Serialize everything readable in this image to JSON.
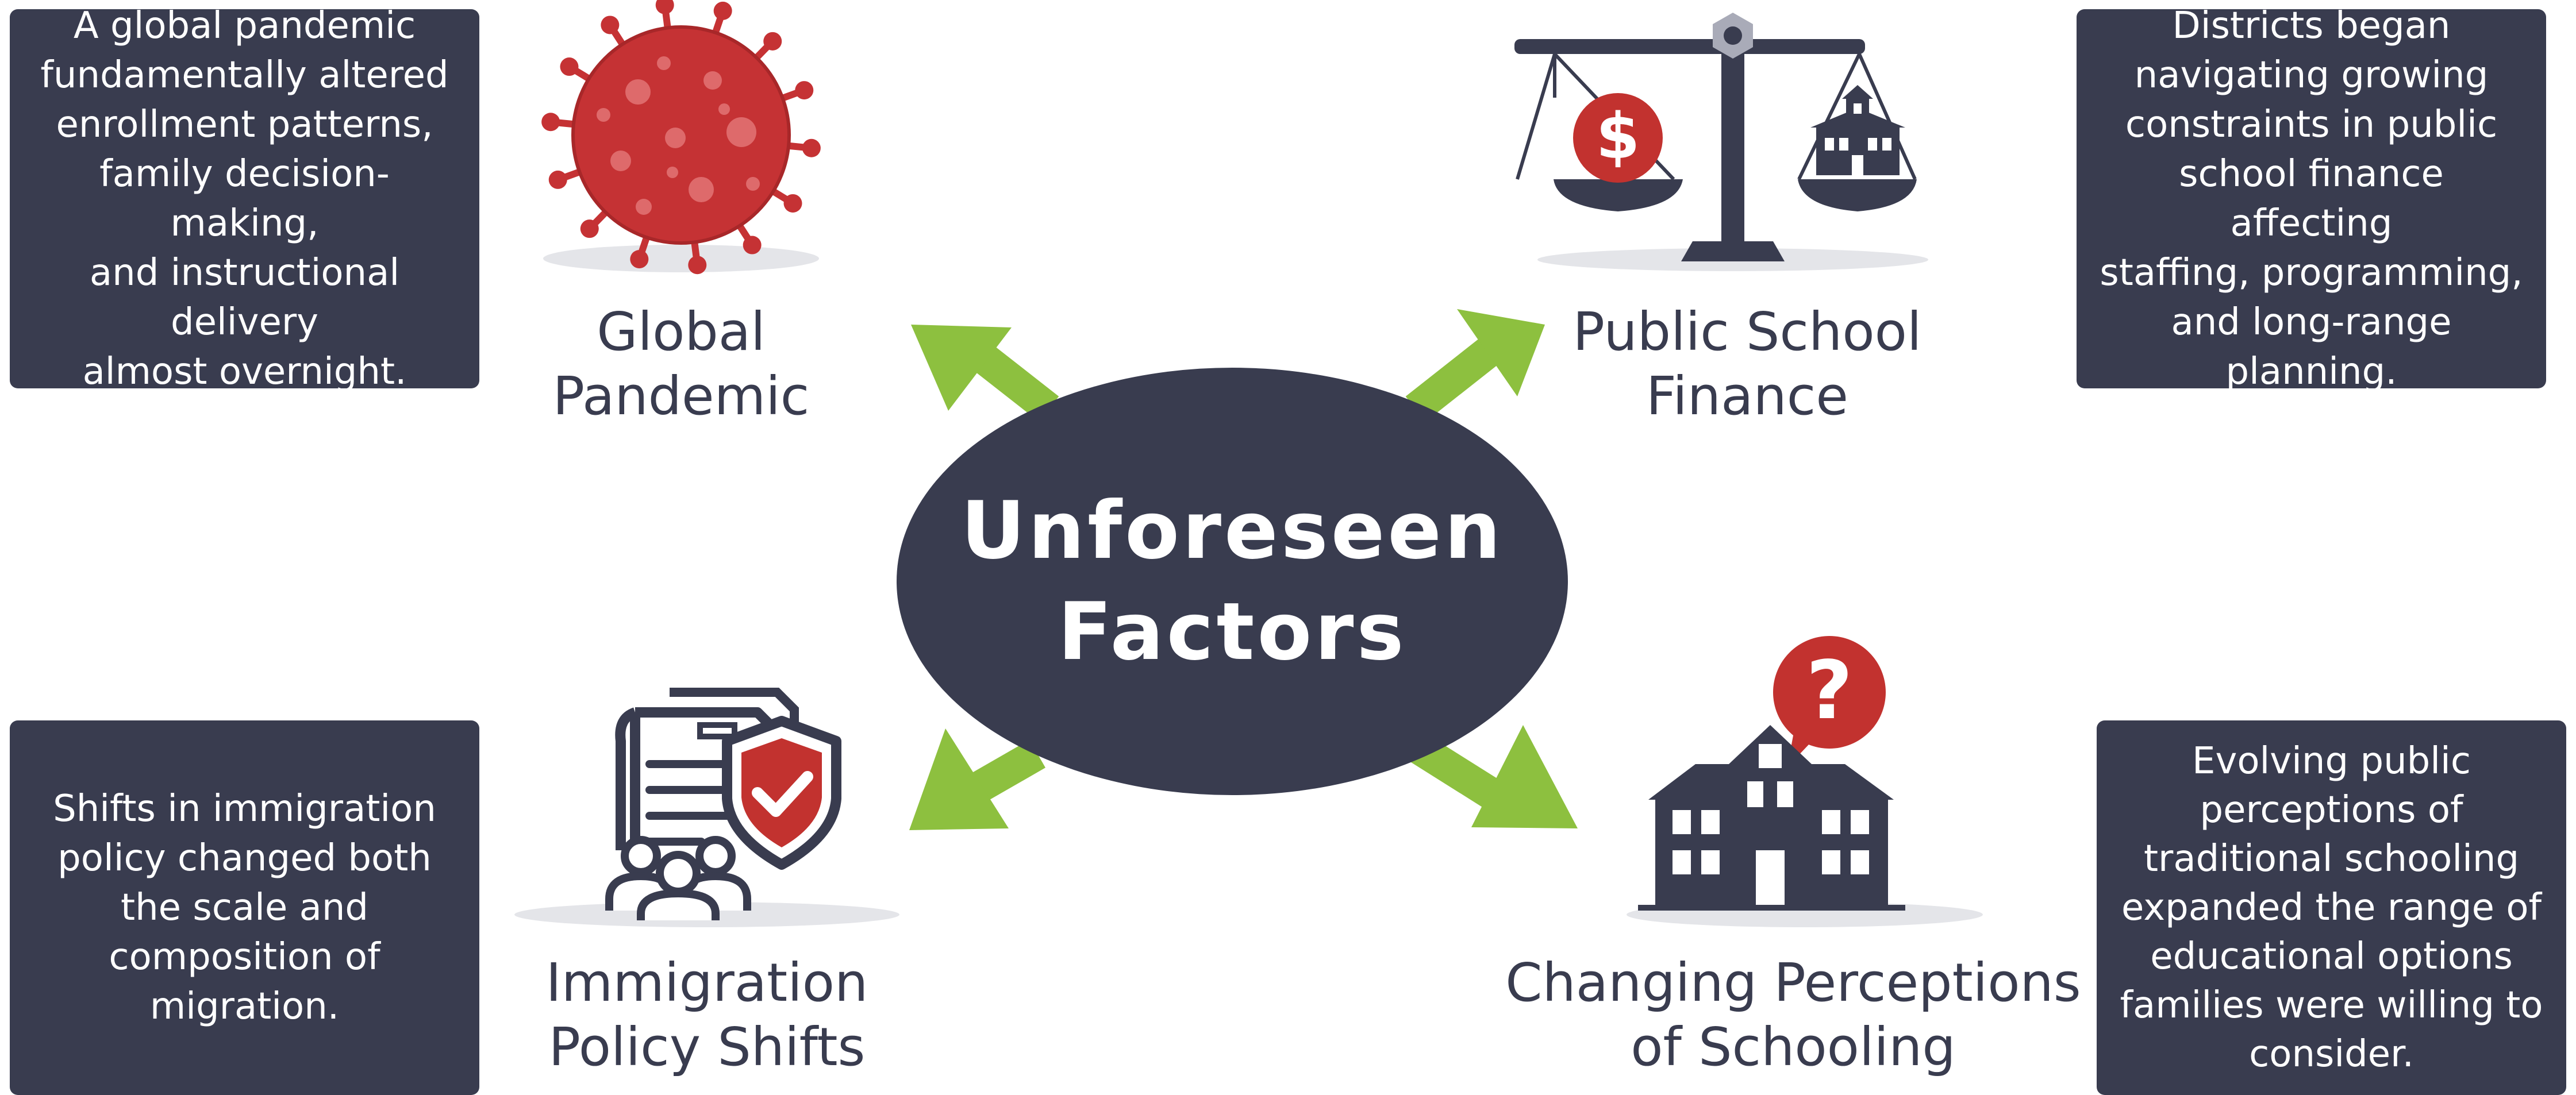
{
  "center": {
    "title_line1": "Unforeseen",
    "title_line2": "Factors"
  },
  "factors": [
    {
      "label_line1": "Global",
      "label_line2": "Pandemic",
      "icon": "virus-icon",
      "description": [
        "A global pandemic",
        "fundamentally altered",
        "enrollment patterns,",
        "family decision-making,",
        "and instructional delivery",
        "almost overnight."
      ]
    },
    {
      "label_line1": "Public School",
      "label_line2": "Finance",
      "icon": "balance-scale-icon",
      "scale_symbol": "$",
      "description": [
        "Districts began",
        "navigating growing",
        "constraints in public",
        "school finance affecting",
        "staffing, programming,",
        "and long-range planning."
      ]
    },
    {
      "label_line1": "Immigration",
      "label_line2": "Policy Shifts",
      "icon": "document-shield-people-icon",
      "description": [
        "Shifts in immigration",
        "policy changed both",
        "the scale and",
        "composition of",
        "migration."
      ]
    },
    {
      "label_line1": "Changing Perceptions",
      "label_line2": "of Schooling",
      "icon": "schoolhouse-question-icon",
      "bubble_symbol": "?",
      "description": [
        "Evolving public",
        "perceptions of",
        "traditional schooling",
        "expanded the range of",
        "educational options",
        "families were willing to",
        "consider."
      ]
    }
  ],
  "colors": {
    "navy": "#393c4f",
    "arrow_green": "#8dc03f",
    "virus_red": "#c53234",
    "badge_red": "#c2322f",
    "shadow_gray": "#e4e5e9",
    "hub_gray": "#a9abb8",
    "text_white": "#ffffff"
  }
}
